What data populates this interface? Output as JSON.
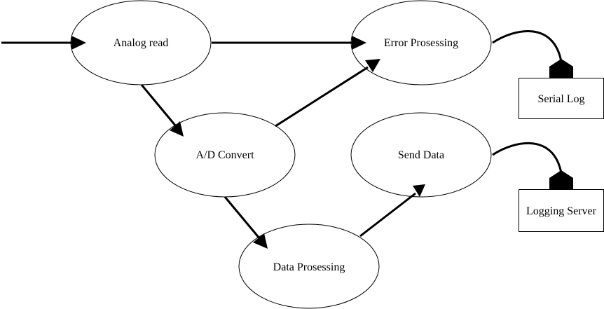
{
  "diagram": {
    "nodes": {
      "analog_read": "Analog read",
      "error_processing": "Error Prosessing",
      "ad_convert": "A/D Convert",
      "send_data": "Send Data",
      "data_processing": "Data Prosessing",
      "serial_log": "Serial Log",
      "logging_server": "Logging Server"
    },
    "edges": [
      {
        "from": "input",
        "to": "analog_read"
      },
      {
        "from": "analog_read",
        "to": "error_processing"
      },
      {
        "from": "analog_read",
        "to": "ad_convert"
      },
      {
        "from": "ad_convert",
        "to": "error_processing"
      },
      {
        "from": "ad_convert",
        "to": "data_processing"
      },
      {
        "from": "data_processing",
        "to": "send_data"
      },
      {
        "from": "error_processing",
        "to": "serial_log"
      },
      {
        "from": "send_data",
        "to": "logging_server"
      }
    ]
  }
}
